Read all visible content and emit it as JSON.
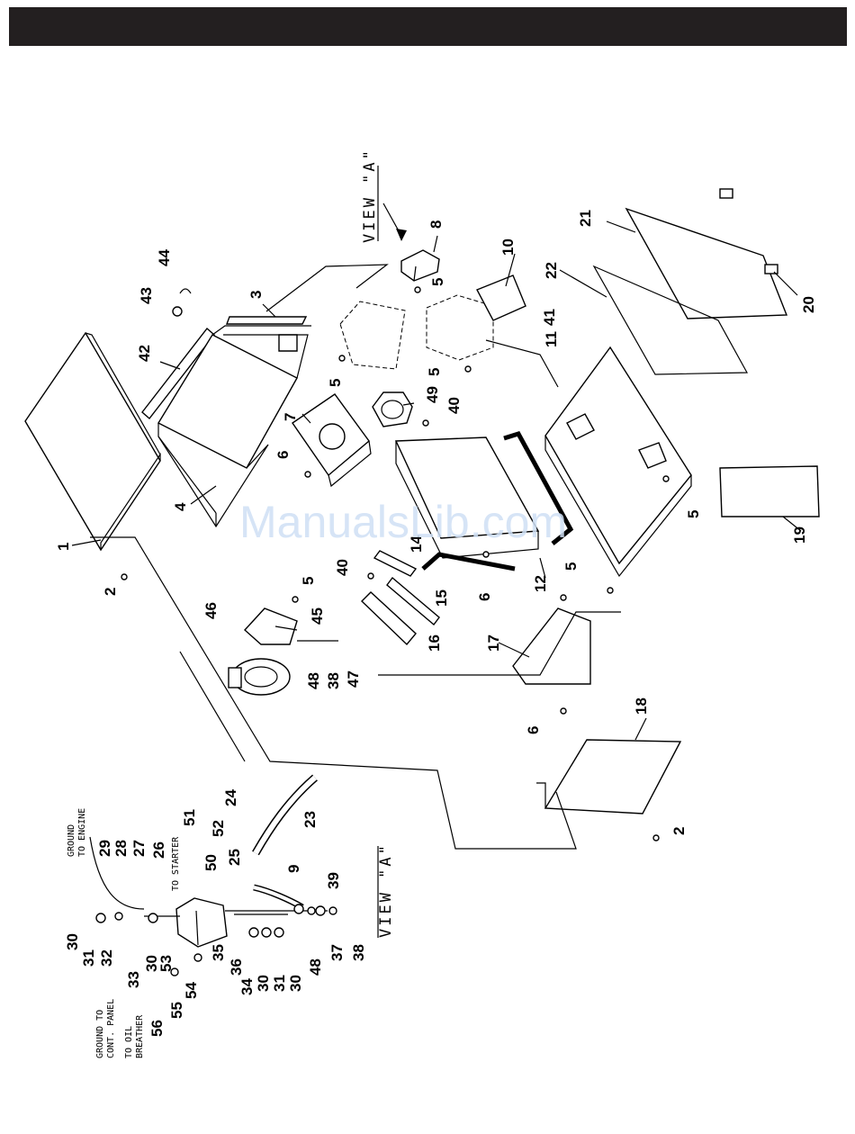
{
  "header": {
    "title": ""
  },
  "watermark": "ManualsLib.com",
  "view_labels": {
    "top": "VIEW \"A\"",
    "bottom": "VIEW \"A\""
  },
  "notes": {
    "ground_to_engine": [
      "GROUND",
      "TO ENGINE"
    ],
    "to_starter": "TO STARTER",
    "ground_to_panel": [
      "GROUND TO",
      "CONT. PANEL"
    ],
    "to_oil_breather": [
      "TO OIL",
      "BREATHER"
    ]
  },
  "callouts": [
    "1",
    "2",
    "3",
    "4",
    "5",
    "5",
    "5",
    "5",
    "5",
    "5",
    "6",
    "6",
    "6",
    "7",
    "8",
    "10",
    "11",
    "12",
    "14",
    "15",
    "16",
    "17",
    "18",
    "19",
    "2",
    "20",
    "21",
    "22",
    "40",
    "40",
    "41",
    "43",
    "44",
    "42",
    "45",
    "46",
    "47",
    "48",
    "38",
    "49",
    "9",
    "23",
    "24",
    "25",
    "26",
    "27",
    "28",
    "29",
    "30",
    "31",
    "32",
    "33",
    "30",
    "53",
    "54",
    "55",
    "56",
    "50",
    "51",
    "52",
    "34",
    "30",
    "31",
    "30",
    "48",
    "37",
    "38",
    "39",
    "35",
    "36"
  ]
}
